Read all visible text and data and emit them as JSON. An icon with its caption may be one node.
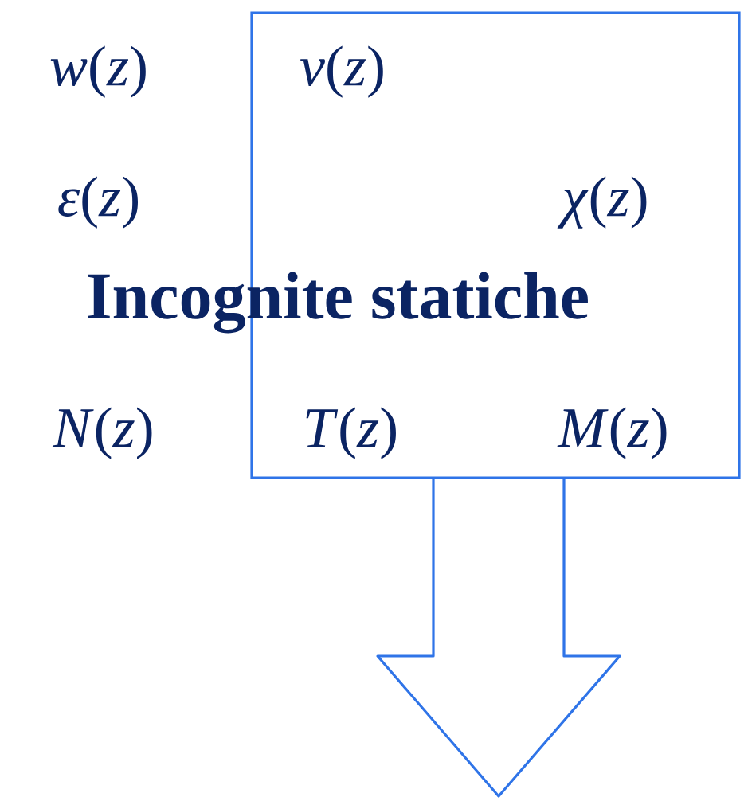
{
  "diagram": {
    "nodes": [
      {
        "text": [
          "*v*(*z*)",
          "*χ*(*z*)",
          "*T*(*z*)",
          "*M*(*z*)"
        ]
      }
    ],
    "labels": [
      "*w*(*z*)",
      "*ε*(*z*)",
      "Incognite statiche",
      "*N*(*z*)"
    ]
  }
}
